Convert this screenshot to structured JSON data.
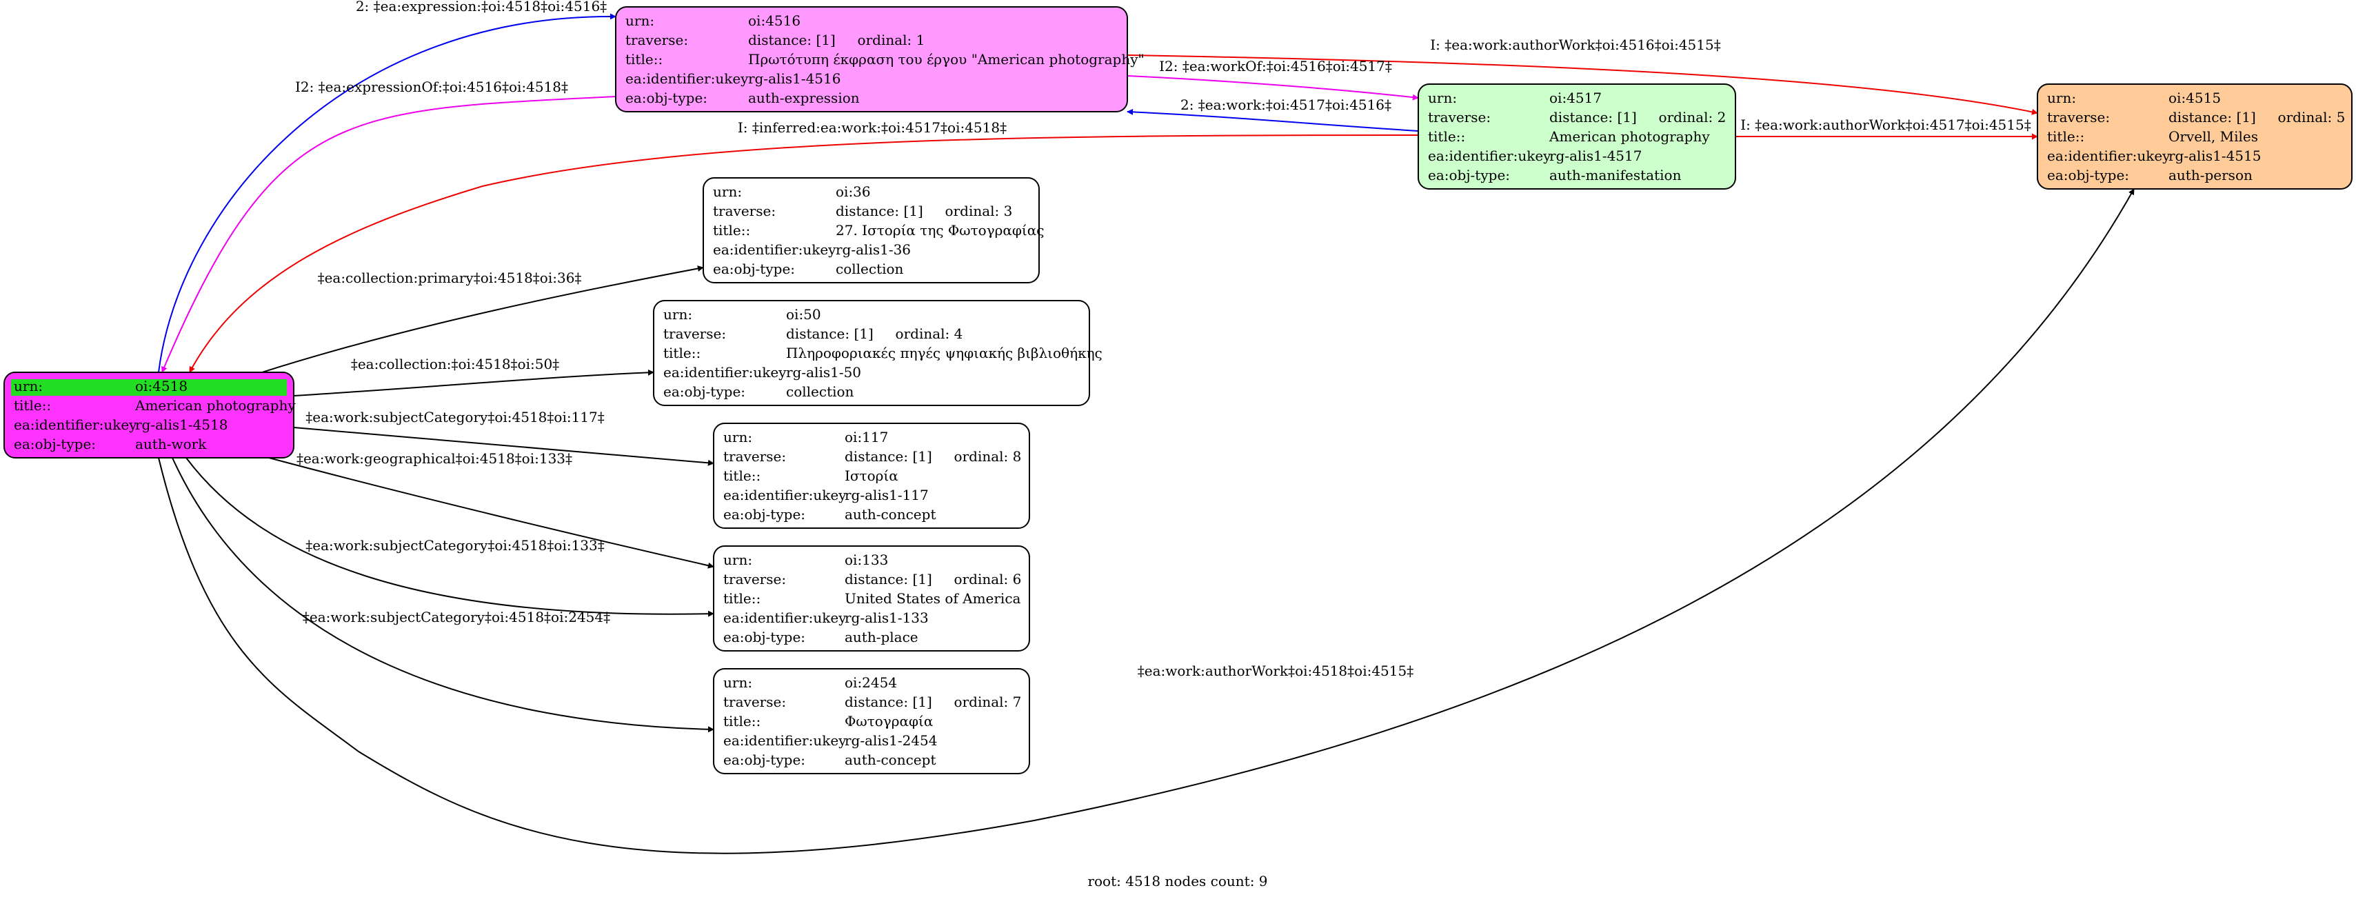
{
  "footer": "root: 4518 nodes count: 9",
  "colors": {
    "root_fill": "#ff33ff",
    "root_highlight": "#22dd22",
    "expression_fill": "#ff99ff",
    "manifestation_fill": "#ccffcc",
    "person_fill": "#ffcc99",
    "default_fill": "#ffffff",
    "edge_black": "#000000",
    "edge_blue": "#0000ee",
    "edge_magenta": "#ee00ee",
    "edge_red": "#ee0000"
  },
  "nodes": [
    {
      "id": "n4518",
      "fill": "#ff33ff",
      "rows": [
        [
          "urn:",
          "oi:4518"
        ],
        [
          "title::",
          "American photography"
        ],
        [
          "ea:identifier:ukey",
          "rg-alis1-4518"
        ],
        [
          "ea:obj-type:",
          "auth-work"
        ]
      ]
    },
    {
      "id": "n4516",
      "fill": "#ff99ff",
      "rows": [
        [
          "urn:",
          "oi:4516"
        ],
        [
          "traverse:",
          "distance: [1]     ordinal: 1"
        ],
        [
          "title::",
          "Πρωτότυπη έκφραση του έργου \"American photography\""
        ],
        [
          "ea:identifier:ukey",
          "rg-alis1-4516"
        ],
        [
          "ea:obj-type:",
          "auth-expression"
        ]
      ]
    },
    {
      "id": "n4517",
      "fill": "#ccffcc",
      "rows": [
        [
          "urn:",
          "oi:4517"
        ],
        [
          "traverse:",
          "distance: [1]     ordinal: 2"
        ],
        [
          "title::",
          "American photography"
        ],
        [
          "ea:identifier:ukey",
          "rg-alis1-4517"
        ],
        [
          "ea:obj-type:",
          "auth-manifestation"
        ]
      ]
    },
    {
      "id": "n4515",
      "fill": "#ffcc99",
      "rows": [
        [
          "urn:",
          "oi:4515"
        ],
        [
          "traverse:",
          "distance: [1]     ordinal: 5"
        ],
        [
          "title::",
          "Orvell, Miles"
        ],
        [
          "ea:identifier:ukey",
          "rg-alis1-4515"
        ],
        [
          "ea:obj-type:",
          "auth-person"
        ]
      ]
    },
    {
      "id": "n36",
      "fill": "#ffffff",
      "rows": [
        [
          "urn:",
          "oi:36"
        ],
        [
          "traverse:",
          "distance: [1]     ordinal: 3"
        ],
        [
          "title::",
          "27. Ιστορία της Φωτογραφίας"
        ],
        [
          "ea:identifier:ukey",
          "rg-alis1-36"
        ],
        [
          "ea:obj-type:",
          "collection"
        ]
      ]
    },
    {
      "id": "n50",
      "fill": "#ffffff",
      "rows": [
        [
          "urn:",
          "oi:50"
        ],
        [
          "traverse:",
          "distance: [1]     ordinal: 4"
        ],
        [
          "title::",
          "Πληροφοριακές πηγές ψηφιακής βιβλιοθήκης"
        ],
        [
          "ea:identifier:ukey",
          "rg-alis1-50"
        ],
        [
          "ea:obj-type:",
          "collection"
        ]
      ]
    },
    {
      "id": "n117",
      "fill": "#ffffff",
      "rows": [
        [
          "urn:",
          "oi:117"
        ],
        [
          "traverse:",
          "distance: [1]     ordinal: 8"
        ],
        [
          "title::",
          "Ιστορία"
        ],
        [
          "ea:identifier:ukey",
          "rg-alis1-117"
        ],
        [
          "ea:obj-type:",
          "auth-concept"
        ]
      ]
    },
    {
      "id": "n133",
      "fill": "#ffffff",
      "rows": [
        [
          "urn:",
          "oi:133"
        ],
        [
          "traverse:",
          "distance: [1]     ordinal: 6"
        ],
        [
          "title::",
          "United States of America"
        ],
        [
          "ea:identifier:ukey",
          "rg-alis1-133"
        ],
        [
          "ea:obj-type:",
          "auth-place"
        ]
      ]
    },
    {
      "id": "n2454",
      "fill": "#ffffff",
      "rows": [
        [
          "urn:",
          "oi:2454"
        ],
        [
          "traverse:",
          "distance: [1]     ordinal: 7"
        ],
        [
          "title::",
          "Φωτογραφία"
        ],
        [
          "ea:identifier:ukey",
          "rg-alis1-2454"
        ],
        [
          "ea:obj-type:",
          "auth-concept"
        ]
      ]
    }
  ],
  "edges": [
    {
      "id": "e1",
      "color": "#0000ee",
      "label": "2: ‡ea:expression:‡oi:4518‡oi:4516‡"
    },
    {
      "id": "e2",
      "color": "#ee00ee",
      "label": "I2: ‡ea:expressionOf:‡oi:4516‡oi:4518‡"
    },
    {
      "id": "e3",
      "color": "#ee0000",
      "label": "I: ‡inferred:ea:work:‡oi:4517‡oi:4518‡"
    },
    {
      "id": "e4",
      "color": "#ee0000",
      "label": "I: ‡ea:work:authorWork‡oi:4516‡oi:4515‡"
    },
    {
      "id": "e5",
      "color": "#ee00ee",
      "label": "I2: ‡ea:workOf:‡oi:4516‡oi:4517‡"
    },
    {
      "id": "e6",
      "color": "#0000ee",
      "label": "2: ‡ea:work:‡oi:4517‡oi:4516‡"
    },
    {
      "id": "e7",
      "color": "#ee0000",
      "label": "I: ‡ea:work:authorWork‡oi:4517‡oi:4515‡"
    },
    {
      "id": "e8",
      "color": "#000000",
      "label": "‡ea:collection:primary‡oi:4518‡oi:36‡"
    },
    {
      "id": "e9",
      "color": "#000000",
      "label": "‡ea:collection:‡oi:4518‡oi:50‡"
    },
    {
      "id": "e10",
      "color": "#000000",
      "label": "‡ea:work:subjectCategory‡oi:4518‡oi:117‡"
    },
    {
      "id": "e11",
      "color": "#000000",
      "label": "‡ea:work:geographical‡oi:4518‡oi:133‡"
    },
    {
      "id": "e12",
      "color": "#000000",
      "label": "‡ea:work:subjectCategory‡oi:4518‡oi:133‡"
    },
    {
      "id": "e13",
      "color": "#000000",
      "label": "‡ea:work:subjectCategory‡oi:4518‡oi:2454‡"
    },
    {
      "id": "e14",
      "color": "#000000",
      "label": "‡ea:work:authorWork‡oi:4518‡oi:4515‡"
    }
  ]
}
